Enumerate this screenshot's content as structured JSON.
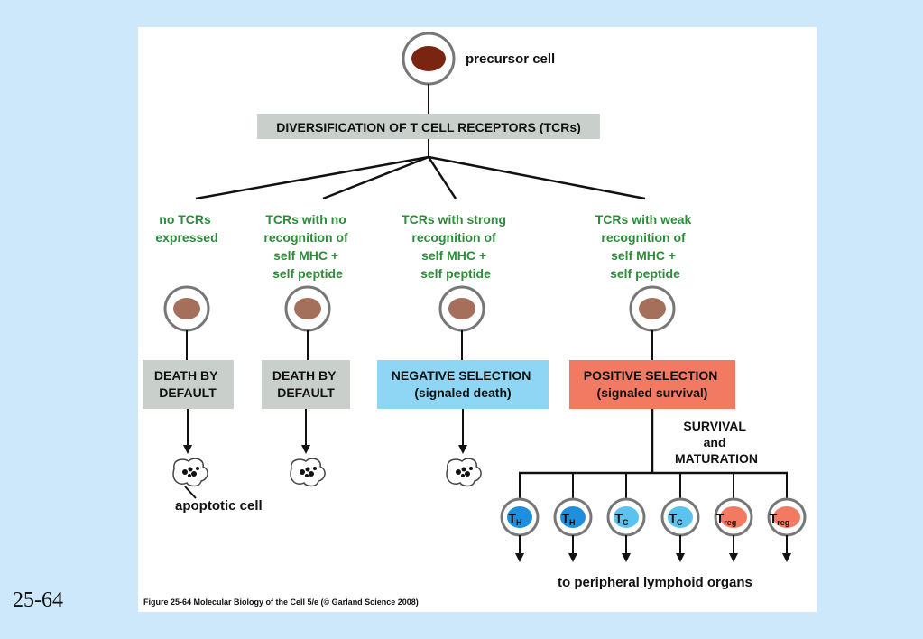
{
  "slide_number": "25-64",
  "precursor_label": "precursor cell",
  "diversification_label": "DIVERSIFICATION OF T CELL RECEPTORS (TCRs)",
  "branches": [
    {
      "lines": [
        "no TCRs",
        "expressed"
      ],
      "fate_lines": [
        "DEATH BY",
        "DEFAULT"
      ],
      "fate_color": "#c9d0cc"
    },
    {
      "lines": [
        "TCRs with no",
        "recognition of",
        "self MHC +",
        "self peptide"
      ],
      "fate_lines": [
        "DEATH BY",
        "DEFAULT"
      ],
      "fate_color": "#c9d0cc"
    },
    {
      "lines": [
        "TCRs with strong",
        "recognition of",
        "self MHC +",
        "self peptide"
      ],
      "fate_lines": [
        "NEGATIVE SELECTION",
        "(signaled death)"
      ],
      "fate_color": "#8fd6f5"
    },
    {
      "lines": [
        "TCRs with weak",
        "recognition of",
        "self MHC +",
        "self peptide"
      ],
      "fate_lines": [
        "POSITIVE SELECTION",
        "(signaled survival)"
      ],
      "fate_color": "#f27a62"
    }
  ],
  "apoptotic_label": "apoptotic cell",
  "survival_lines": [
    "SURVIVAL",
    "and",
    "MATURATION"
  ],
  "t_cells": [
    {
      "main": "T",
      "sub": "H",
      "color": "#1e8fde"
    },
    {
      "main": "T",
      "sub": "H",
      "color": "#1e8fde"
    },
    {
      "main": "T",
      "sub": "C",
      "color": "#5cc3ef"
    },
    {
      "main": "T",
      "sub": "C",
      "color": "#5cc3ef"
    },
    {
      "main": "T",
      "sub": "reg",
      "color": "#f27a62"
    },
    {
      "main": "T",
      "sub": "reg",
      "color": "#f27a62"
    }
  ],
  "peripheral_label": "to peripheral lymphoid organs",
  "caption": "Figure 25-64  Molecular Biology of the Cell 5/e (© Garland Science 2008)",
  "colors": {
    "green_text": "#2e8b3a",
    "nucleus_precursor": "#7a2412",
    "nucleus_cell": "#a4705c",
    "gray_box": "#c9d0cc"
  }
}
